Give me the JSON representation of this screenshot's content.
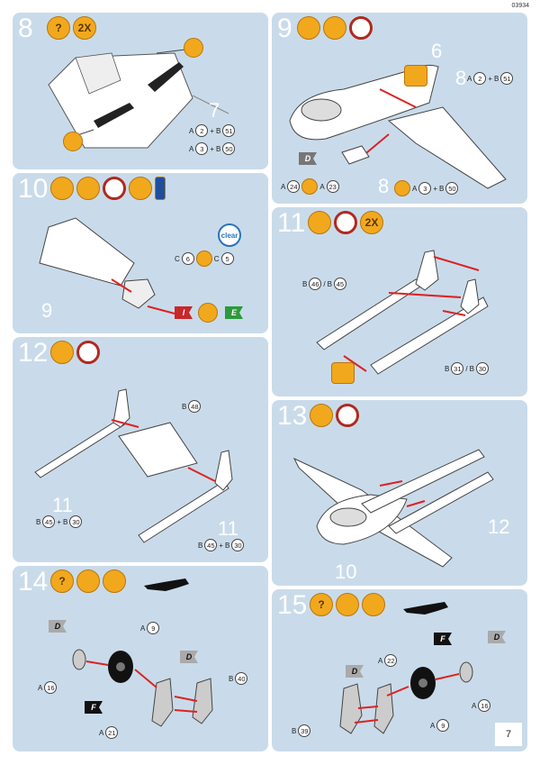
{
  "doc_code": "03934",
  "page_number": "7",
  "steps": [
    {
      "id": "8",
      "labels": {
        "l1": "A",
        "n1": "2",
        "p1": "+",
        "l2": "B",
        "n2": "51",
        "l3": "A",
        "n3": "3",
        "p2": "+",
        "l4": "B",
        "n4": "50"
      },
      "big": "7",
      "mult": "2X"
    },
    {
      "id": "9",
      "labels": {
        "l1": "A",
        "n1": "2",
        "p1": "+",
        "l2": "B",
        "n2": "51",
        "l3": "A",
        "n3": "24",
        "l4": "A",
        "n4": "23",
        "l5": "A",
        "n5": "3",
        "p2": "+",
        "l6": "B",
        "n6": "50"
      },
      "big1": "6",
      "big2": "8",
      "big3": "8",
      "flag": "D"
    },
    {
      "id": "10",
      "labels": {
        "l1": "C",
        "n1": "6",
        "l2": "C",
        "n2": "5"
      },
      "big": "9",
      "clear": "clear",
      "flag1": "I",
      "flag2": "E"
    },
    {
      "id": "11",
      "labels": {
        "l1": "B",
        "n1": "46",
        "sep1": "/",
        "l2": "B",
        "n2": "45",
        "l3": "B",
        "n3": "31",
        "sep2": "/",
        "l4": "B",
        "n4": "30"
      },
      "mult": "2X"
    },
    {
      "id": "12",
      "labels": {
        "l1": "B",
        "n1": "48",
        "l2": "B",
        "n2": "45",
        "p1": "+",
        "l3": "B",
        "n3": "30",
        "l4": "B",
        "n4": "45",
        "p2": "+",
        "l5": "B",
        "n5": "30"
      },
      "big1": "11",
      "big2": "11"
    },
    {
      "id": "13",
      "big1": "12",
      "big2": "10"
    },
    {
      "id": "14",
      "labels": {
        "l1": "A",
        "n1": "9",
        "l2": "A",
        "n2": "16",
        "l3": "B",
        "n3": "40",
        "l4": "A",
        "n4": "21"
      },
      "flag1": "D",
      "flag2": "D",
      "flag3": "F"
    },
    {
      "id": "15",
      "labels": {
        "l1": "A",
        "n1": "22",
        "l2": "A",
        "n2": "16",
        "l3": "B",
        "n3": "39",
        "l4": "A",
        "n4": "9"
      },
      "flag1": "F",
      "flag2": "D",
      "flag3": "D"
    }
  ],
  "icons": {
    "question": "question-icon",
    "brush": "brush-icon",
    "airbrush": "airbrush-icon",
    "clock": "clock-icon",
    "glue": "glue-bottle-icon",
    "plane": "plane-silhouette-icon"
  }
}
